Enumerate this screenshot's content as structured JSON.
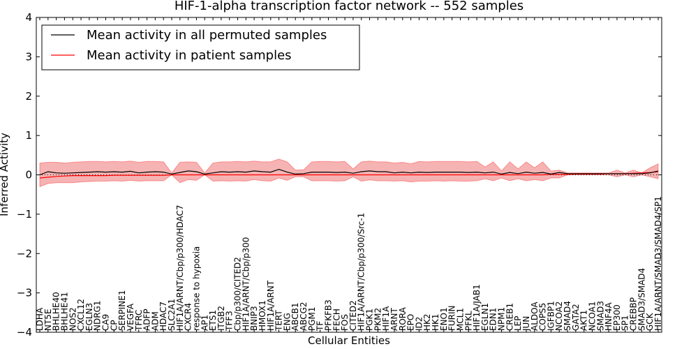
{
  "chart_data": {
    "type": "line",
    "title": "HIF-1-alpha transcription factor network -- 552 samples",
    "xlabel": "Cellular Entities",
    "ylabel": "Inferred Activity",
    "ylim": [
      -4,
      4
    ],
    "yticks": [
      -4,
      -3,
      -2,
      -1,
      0,
      1,
      2,
      3,
      4
    ],
    "grid": false,
    "legend_position": "top-left",
    "categories": [
      "LDHA",
      "NT5E",
      "BHLHE40",
      "BHLHE41",
      "NOS2",
      "CXCL12",
      "EGLN3",
      "NDRG1",
      "CA9",
      "CP",
      "SERPINE1",
      "VEGFA",
      "TFRC",
      "ADFP",
      "ADM",
      "HDAC7",
      "SLC2A1",
      "HIF1A/ARNT/Cbp/p300/HDAC7",
      "CXCR4",
      "response to hypoxia",
      "AP1",
      "ETS1",
      "ITGB2",
      "TFF3",
      "Cbp/p300/CITED2",
      "HIF1A/ARNT/Cbp/p300",
      "BNIP3",
      "HMOX1",
      "HIF1A/ARNT",
      "TERT",
      "ENG",
      "ABCB1",
      "ABCG2",
      "PGM1",
      "TF",
      "PFKFB3",
      "FECH",
      "FOS",
      "CITED2",
      "HIF1A/ARNT/Cbp/p300/Src-1",
      "PGK1",
      "PKM2",
      "HIF1A",
      "ARNT",
      "RORA",
      "EPO",
      "ID2",
      "HK2",
      "HK1",
      "ENO1",
      "FURIN",
      "MCL1",
      "PFKL",
      "HIF1A/JAB1",
      "EGLN1",
      "EDN1",
      "NPM1",
      "CREB1",
      "LEP",
      "JUN",
      "ALDOA",
      "COPS5",
      "IGFBP1",
      "NCOA2",
      "SMAD4",
      "GATA2",
      "AKT1",
      "NCOA1",
      "SMAD3",
      "HNF4A",
      "EP300",
      "SP1",
      "CREBBP",
      "SMAD3/SMAD4",
      "GCK",
      "HIF1A/ARNT/SMAD3/SMAD4/SP1"
    ],
    "series": [
      {
        "name": "Mean activity in all permuted samples",
        "color": "#000000",
        "values": [
          0.0,
          0.08,
          0.05,
          0.04,
          0.05,
          0.06,
          0.07,
          0.08,
          0.07,
          0.08,
          0.07,
          0.09,
          0.05,
          0.07,
          0.08,
          0.07,
          0.02,
          0.06,
          0.1,
          0.08,
          0.02,
          0.05,
          0.08,
          0.07,
          0.08,
          0.07,
          0.1,
          0.08,
          0.07,
          0.14,
          0.07,
          0.02,
          0.03,
          0.07,
          0.07,
          0.07,
          0.06,
          0.07,
          0.04,
          0.08,
          0.1,
          0.08,
          0.08,
          0.05,
          0.07,
          0.05,
          0.07,
          0.06,
          0.07,
          0.07,
          0.07,
          0.07,
          0.06,
          0.07,
          0.05,
          0.07,
          0.02,
          0.06,
          0.03,
          0.07,
          0.04,
          0.06,
          0.02,
          0.06,
          0.03,
          0.03,
          0.03,
          0.03,
          0.03,
          0.03,
          0.03,
          0.03,
          0.03,
          0.03,
          0.05,
          0.1
        ],
        "band_low": [
          -0.3,
          -0.22,
          -0.2,
          -0.2,
          -0.2,
          -0.18,
          -0.17,
          -0.16,
          -0.16,
          -0.15,
          -0.16,
          -0.14,
          -0.16,
          -0.15,
          -0.15,
          -0.15,
          0.0,
          -0.2,
          -0.12,
          -0.14,
          0.0,
          -0.16,
          -0.15,
          -0.16,
          -0.15,
          -0.16,
          -0.12,
          -0.15,
          -0.16,
          -0.08,
          -0.14,
          -0.05,
          -0.05,
          -0.15,
          -0.15,
          -0.15,
          -0.16,
          -0.15,
          -0.05,
          -0.16,
          -0.13,
          -0.15,
          -0.15,
          -0.16,
          -0.15,
          -0.18,
          -0.16,
          -0.16,
          -0.15,
          -0.16,
          -0.15,
          -0.16,
          -0.16,
          -0.15,
          -0.1,
          -0.15,
          -0.08,
          -0.15,
          -0.1,
          -0.15,
          -0.12,
          -0.15,
          -0.08,
          -0.08,
          0.0,
          0.0,
          0.0,
          0.0,
          0.0,
          0.0,
          -0.05,
          0.0,
          -0.05,
          0.0,
          -0.05,
          -0.1
        ],
        "band_high": [
          0.3,
          0.32,
          0.32,
          0.3,
          0.32,
          0.33,
          0.34,
          0.34,
          0.33,
          0.34,
          0.33,
          0.35,
          0.32,
          0.34,
          0.34,
          0.33,
          0.05,
          0.32,
          0.33,
          0.32,
          0.05,
          0.3,
          0.33,
          0.33,
          0.34,
          0.33,
          0.35,
          0.33,
          0.33,
          0.4,
          0.33,
          0.12,
          0.13,
          0.33,
          0.34,
          0.34,
          0.33,
          0.34,
          0.15,
          0.33,
          0.35,
          0.33,
          0.33,
          0.3,
          0.32,
          0.28,
          0.34,
          0.33,
          0.34,
          0.34,
          0.34,
          0.34,
          0.33,
          0.34,
          0.2,
          0.33,
          0.1,
          0.33,
          0.15,
          0.33,
          0.18,
          0.33,
          0.1,
          0.12,
          0.05,
          0.05,
          0.05,
          0.05,
          0.05,
          0.05,
          0.12,
          0.05,
          0.12,
          0.05,
          0.18,
          0.28
        ]
      },
      {
        "name": "Mean activity in patient samples",
        "color": "#ff0000",
        "values": [
          -0.08,
          -0.06,
          -0.04,
          -0.03,
          -0.02,
          -0.02,
          -0.02,
          -0.02,
          -0.02,
          -0.01,
          -0.01,
          -0.01,
          -0.01,
          -0.01,
          -0.01,
          -0.01,
          0.0,
          0.0,
          0.0,
          0.0,
          0.0,
          0.0,
          0.0,
          0.0,
          0.0,
          0.0,
          0.0,
          0.0,
          0.0,
          0.0,
          0.0,
          0.0,
          0.0,
          0.0,
          0.0,
          0.0,
          0.0,
          0.0,
          0.0,
          0.0,
          0.0,
          0.0,
          0.0,
          0.0,
          0.0,
          0.0,
          0.0,
          0.0,
          0.0,
          0.0,
          0.0,
          0.0,
          0.0,
          0.0,
          0.0,
          0.0,
          0.0,
          0.0,
          0.0,
          0.0,
          0.0,
          0.0,
          0.01,
          0.01,
          0.01,
          0.02,
          0.02,
          0.02,
          0.02,
          0.03,
          0.03,
          0.03,
          0.04,
          0.05,
          0.06,
          0.08
        ]
      }
    ]
  }
}
